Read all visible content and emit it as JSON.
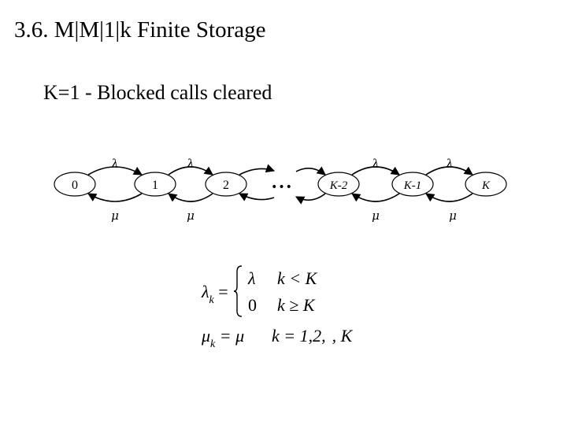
{
  "slide": {
    "title": "3.6. M|M|1|k Finite Storage",
    "subtitle": "K=1 - Blocked calls cleared"
  },
  "chain": {
    "states": [
      "0",
      "1",
      "2",
      "K-2",
      "K-1",
      "K"
    ],
    "arrival_label": "λ",
    "service_label": "μ",
    "ellipsis": "•••"
  },
  "equations": {
    "lambda_k_lhs": "λ",
    "lambda_k_sub": "k",
    "equals": "=",
    "case1_value": "λ",
    "case1_condition": "k < K",
    "case2_value": "0",
    "case2_condition": "k ≥ K",
    "mu_k_lhs": "μ",
    "mu_k_sub": "k",
    "mu_k_rhs": "= μ",
    "mu_k_range": "k = 1,2,",
    "mu_k_glyph": "",
    "mu_k_end": ", K"
  }
}
